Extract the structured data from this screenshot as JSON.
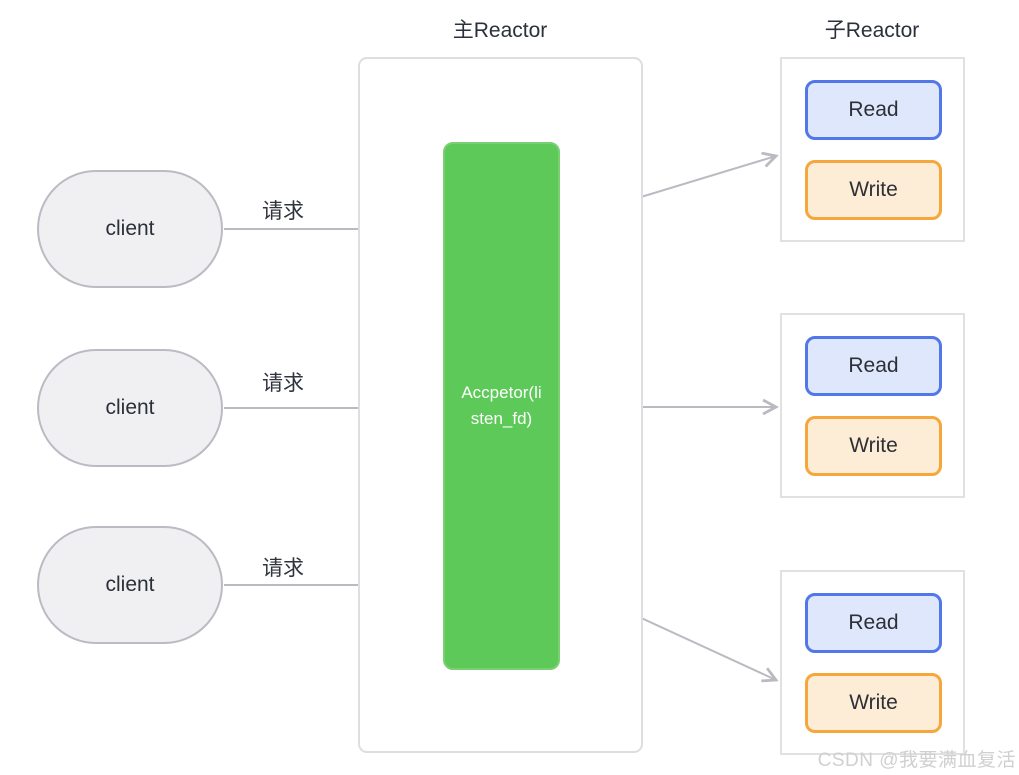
{
  "titles": {
    "main_reactor": "主Reactor",
    "sub_reactor": "子Reactor"
  },
  "clients": [
    {
      "label": "client"
    },
    {
      "label": "client"
    },
    {
      "label": "client"
    }
  ],
  "request_arrows": [
    {
      "label": "请求"
    },
    {
      "label": "请求"
    },
    {
      "label": "请求"
    }
  ],
  "acceptor": {
    "label": "Accpetor(listen_fd)",
    "line1": "Accpetor(li",
    "line2": "sten_fd)"
  },
  "sub_reactors": [
    {
      "read_label": "Read",
      "write_label": "Write"
    },
    {
      "read_label": "Read",
      "write_label": "Write"
    },
    {
      "read_label": "Read",
      "write_label": "Write"
    }
  ],
  "watermark": "CSDN @我要满血复活",
  "colors": {
    "acceptor_fill": "#5cc958",
    "acceptor_border": "#79cf71",
    "acceptor_text": "#ffffff",
    "client_fill": "#f0f0f2",
    "client_border": "#b9bcc2",
    "read_fill": "#dee7fb",
    "read_border": "#5277e8",
    "write_fill": "#fdedd7",
    "write_border": "#f6a73b",
    "container_border": "#dddee2",
    "subbox_border": "#e1e1e4",
    "arrow": "#b9bbc1",
    "text": "#2b313a",
    "watermark_text": "#d0d0d0"
  }
}
